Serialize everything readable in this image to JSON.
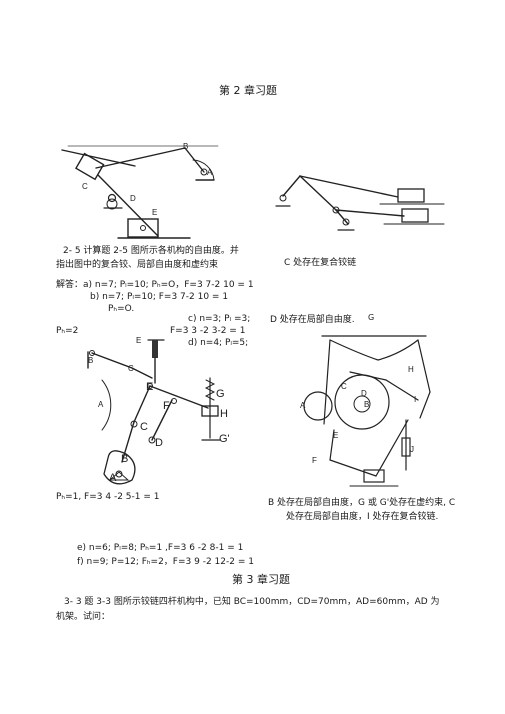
{
  "ch2_title": "第 2 章习题",
  "q25_line1": "2-   5 计算题 2-5 图所示各机构的自由度。并",
  "q25_line2": "指出图中的复合铰、局部自由度和虚约束",
  "caption_c_compound": "C 处存在复合铰链",
  "ans_a": "解答：a) n=7; Pₗ=10; Pₕ=O，F=3 7-2 10 = 1",
  "ans_b1": "b)    n=7; Pₗ=10;          F=3 7-2 10 = 1",
  "ans_b2": "Pₕ=O.",
  "ans_c1": "c)    n=3; Pₗ =3;",
  "ans_c_note": "D 处存在局部自由度.",
  "ans_ph2": "Pₕ=2",
  "ans_c2": "F=3 3 -2 3-2 = 1",
  "ans_d1": "d)    n=4; Pₗ=5;",
  "ans_d2": "Pₕ=1,     F=3 4 -2 5-1 = 1",
  "note_d_line1": "B 处存在局部自由度，G 或 G'处存在虚约束, C",
  "note_d_line2": "处存在局部自由度，I 处存在复合铰链.",
  "ans_e": "e)    n=6; Pₗ=8; Pₕ=1 ,F=3 6 -2 8-1 = 1",
  "ans_f": "f)     n=9; P=12; Fₕ=2，F=3 9 -2 12-2 = 1",
  "ch3_title": "第 3 章习题",
  "q33_line1": "3-    3 题 3-3 图所示铰链四杆机构中，已知  BC=100mm，CD=70mm，AD=60mm，AD 为",
  "q33_line2": "机架。试问：",
  "fig_a": {
    "A": "A",
    "B": "B",
    "C": "C",
    "D": "D",
    "E": "E"
  },
  "fig_c": {
    "A": "A",
    "B": "B",
    "C": "C",
    "D": "D",
    "E": "E",
    "F": "F",
    "G": "G",
    "G2": "G'",
    "H": "H",
    "E_top": "E",
    "B_top": "B",
    "C_top": "C"
  },
  "fig_g_label": "G",
  "fig_d": {
    "A": "A",
    "B": "B",
    "C": "C",
    "D": "D",
    "E": "E",
    "F": "F",
    "H": "H",
    "J": "J",
    "I": "I"
  }
}
